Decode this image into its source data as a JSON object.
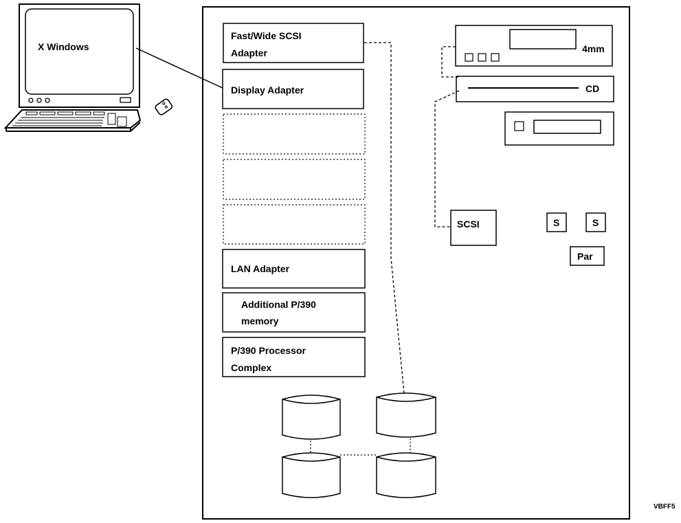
{
  "workstation": {
    "screen_label": "X Windows"
  },
  "adapters": {
    "scsi_line1": "Fast/Wide SCSI",
    "scsi_line2": "Adapter",
    "display": "Display Adapter",
    "lan": "LAN Adapter",
    "memory_line1": "Additional P/390",
    "memory_line2": "memory",
    "processor_line1": "P/390 Processor",
    "processor_line2": "Complex"
  },
  "drives": {
    "tape": "4mm",
    "cdrom": "CD"
  },
  "ports": {
    "scsi": "SCSI",
    "serial1": "S",
    "serial2": "S",
    "parallel": "Par"
  },
  "figure_id": "VBFF5"
}
